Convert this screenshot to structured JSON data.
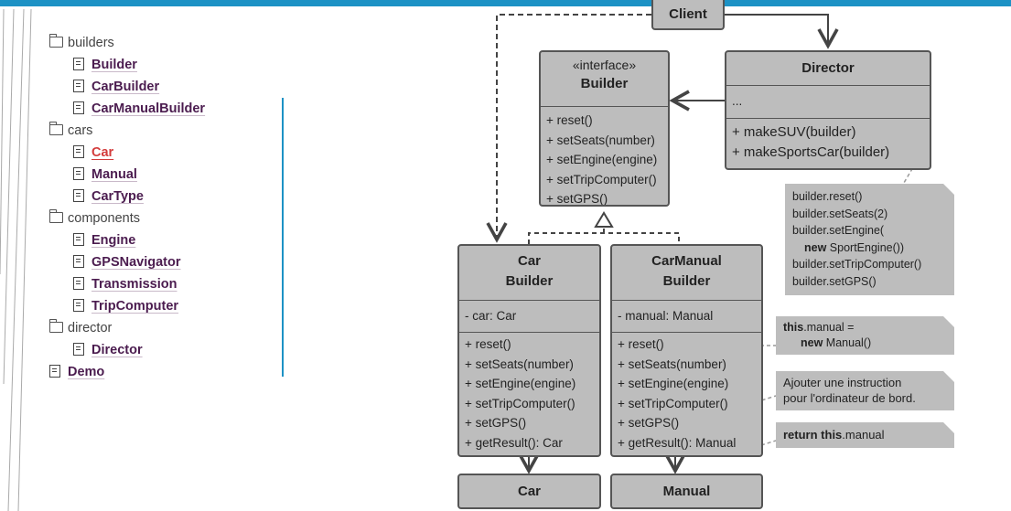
{
  "tree": {
    "items": [
      {
        "kind": "folder",
        "label": "builders"
      },
      {
        "kind": "file",
        "label": "Builder"
      },
      {
        "kind": "file",
        "label": "CarBuilder"
      },
      {
        "kind": "file",
        "label": "CarManualBuilder"
      },
      {
        "kind": "folder",
        "label": "cars"
      },
      {
        "kind": "file",
        "label": "Car",
        "active": true
      },
      {
        "kind": "file",
        "label": "Manual"
      },
      {
        "kind": "file",
        "label": "CarType"
      },
      {
        "kind": "folder",
        "label": "components"
      },
      {
        "kind": "file",
        "label": "Engine"
      },
      {
        "kind": "file",
        "label": "GPSNavigator"
      },
      {
        "kind": "file",
        "label": "Transmission"
      },
      {
        "kind": "file",
        "label": "TripComputer"
      },
      {
        "kind": "folder",
        "label": "director"
      },
      {
        "kind": "file",
        "label": "Director"
      },
      {
        "kind": "file",
        "label": "Demo"
      }
    ]
  },
  "diagram": {
    "client": "Client",
    "builder": {
      "stereotype": "«interface»",
      "name": "Builder",
      "methods": [
        "+ reset()",
        "+ setSeats(number)",
        "+ setEngine(engine)",
        "+ setTripComputer()",
        "+ setGPS()"
      ]
    },
    "director": {
      "name": "Director",
      "fields": "...",
      "methods": [
        "+ makeSUV(builder)",
        "+ makeSportsCar(builder)"
      ]
    },
    "car_builder": {
      "name_line1": "Car",
      "name_line2": "Builder",
      "fields": "- car: Car",
      "methods": [
        "+ reset()",
        "+ setSeats(number)",
        "+ setEngine(engine)",
        "+ setTripComputer()",
        "+ setGPS()",
        "+ getResult(): Car"
      ]
    },
    "manual_builder": {
      "name_line1": "CarManual",
      "name_line2": "Builder",
      "fields": "- manual: Manual",
      "methods": [
        "+ reset()",
        "+ setSeats(number)",
        "+ setEngine(engine)",
        "+ setTripComputer()",
        "+ setGPS()",
        "+ getResult(): Manual"
      ]
    },
    "car": "Car",
    "manual": "Manual",
    "notes": {
      "director_code": [
        "builder.reset()",
        "builder.setSeats(2)",
        "builder.setEngine(",
        "new",
        "SportEngine())",
        "builder.setTripComputer()",
        "builder.setGPS()"
      ],
      "reset_kw": "this",
      "reset_rest": ".manual =",
      "reset_kw2": "new",
      "reset_rest2": "Manual()",
      "trip_line1": "Ajouter une instruction",
      "trip_line2": "pour l'ordinateur de bord.",
      "result_kw": "return this",
      "result_rest": ".manual"
    }
  },
  "colors": {
    "accent": "#1d92c5",
    "box": "#bdbdbd",
    "border": "#555555",
    "link": "#4b1c4f",
    "active": "#d33b3b"
  }
}
